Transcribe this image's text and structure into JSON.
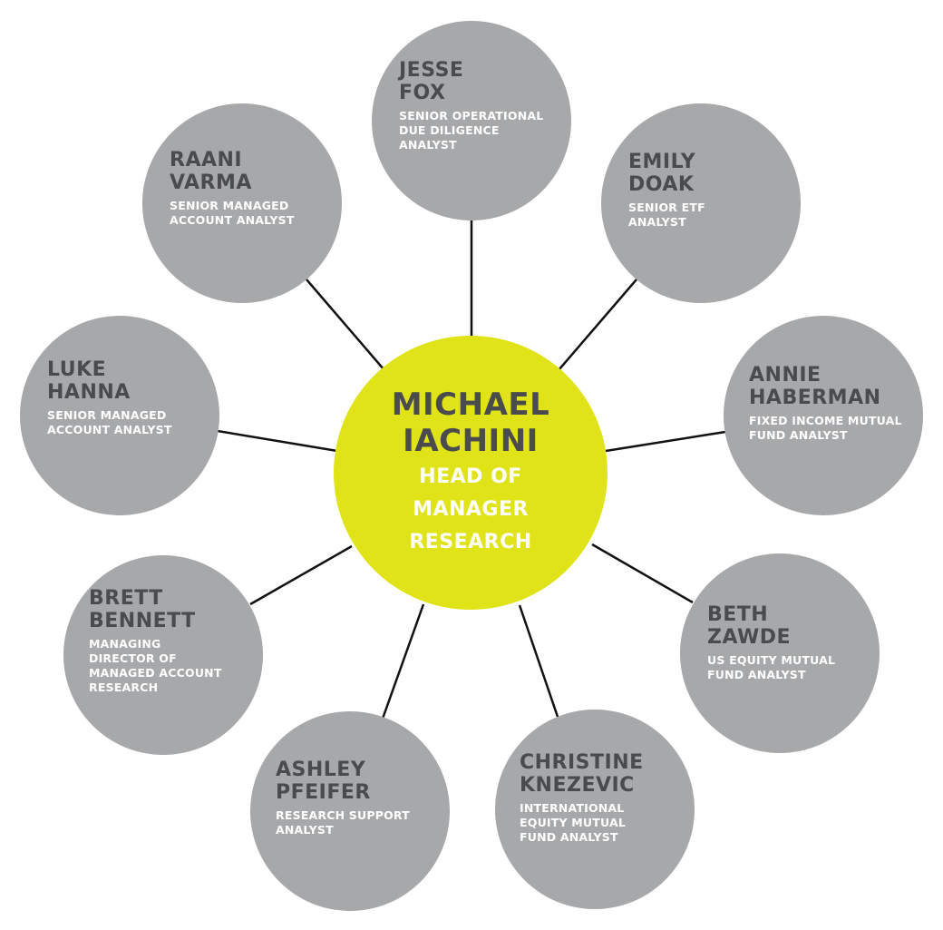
{
  "colors": {
    "center_fill": "#dfe317",
    "node_fill": "#a7a8aa",
    "name_text": "#4a4b4d",
    "title_text": "#ffffff",
    "connector": "#111111"
  },
  "center": {
    "name": [
      "MICHAEL",
      "IACHINI"
    ],
    "title": [
      "HEAD OF",
      "MANAGER",
      "RESEARCH"
    ]
  },
  "nodes": [
    {
      "id": "jesse-fox",
      "name": [
        "JESSE",
        "FOX"
      ],
      "title": [
        "SENIOR OPERATIONAL",
        "DUE DILIGENCE",
        "ANALYST"
      ]
    },
    {
      "id": "emily-doak",
      "name": [
        "EMILY",
        "DOAK"
      ],
      "title": [
        "SENIOR ETF",
        "ANALYST"
      ]
    },
    {
      "id": "annie-haberman",
      "name": [
        "ANNIE",
        "HABERMAN"
      ],
      "title": [
        "FIXED INCOME MUTUAL",
        "FUND ANALYST"
      ]
    },
    {
      "id": "beth-zawde",
      "name": [
        "BETH",
        "ZAWDE"
      ],
      "title": [
        "US EQUITY MUTUAL",
        "FUND ANALYST"
      ]
    },
    {
      "id": "christine-knezevic",
      "name": [
        "CHRISTINE",
        "KNEZEVIC"
      ],
      "title": [
        "INTERNATIONAL",
        "EQUITY MUTUAL",
        "FUND ANALYST"
      ]
    },
    {
      "id": "ashley-pfeifer",
      "name": [
        "ASHLEY",
        "PFEIFER"
      ],
      "title": [
        "RESEARCH SUPPORT",
        "ANALYST"
      ]
    },
    {
      "id": "brett-bennett",
      "name": [
        "BRETT",
        "BENNETT"
      ],
      "title": [
        "MANAGING",
        "DIRECTOR OF",
        "MANAGED ACCOUNT",
        "RESEARCH"
      ]
    },
    {
      "id": "luke-hanna",
      "name": [
        "LUKE",
        "HANNA"
      ],
      "title": [
        "SENIOR MANAGED",
        "ACCOUNT ANALYST"
      ]
    },
    {
      "id": "raani-varma",
      "name": [
        "RAANI",
        "VARMA"
      ],
      "title": [
        "SENIOR MANAGED",
        "ACCOUNT ANALYST"
      ]
    }
  ]
}
